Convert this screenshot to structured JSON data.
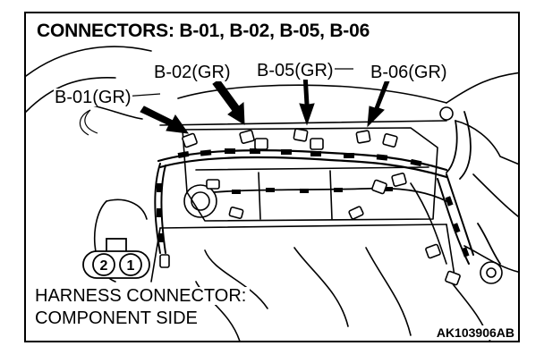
{
  "title": "CONNECTORS: B-01, B-02, B-05, B-06",
  "callouts": {
    "b01": "B-01(GR)",
    "b02": "B-02(GR)",
    "b05": "B-05(GR)",
    "b06": "B-06(GR)"
  },
  "connector_pins": {
    "left": "2",
    "right": "1"
  },
  "note": {
    "line1": "HARNESS CONNECTOR:",
    "line2": "COMPONENT SIDE"
  },
  "code": "AK103906AB"
}
